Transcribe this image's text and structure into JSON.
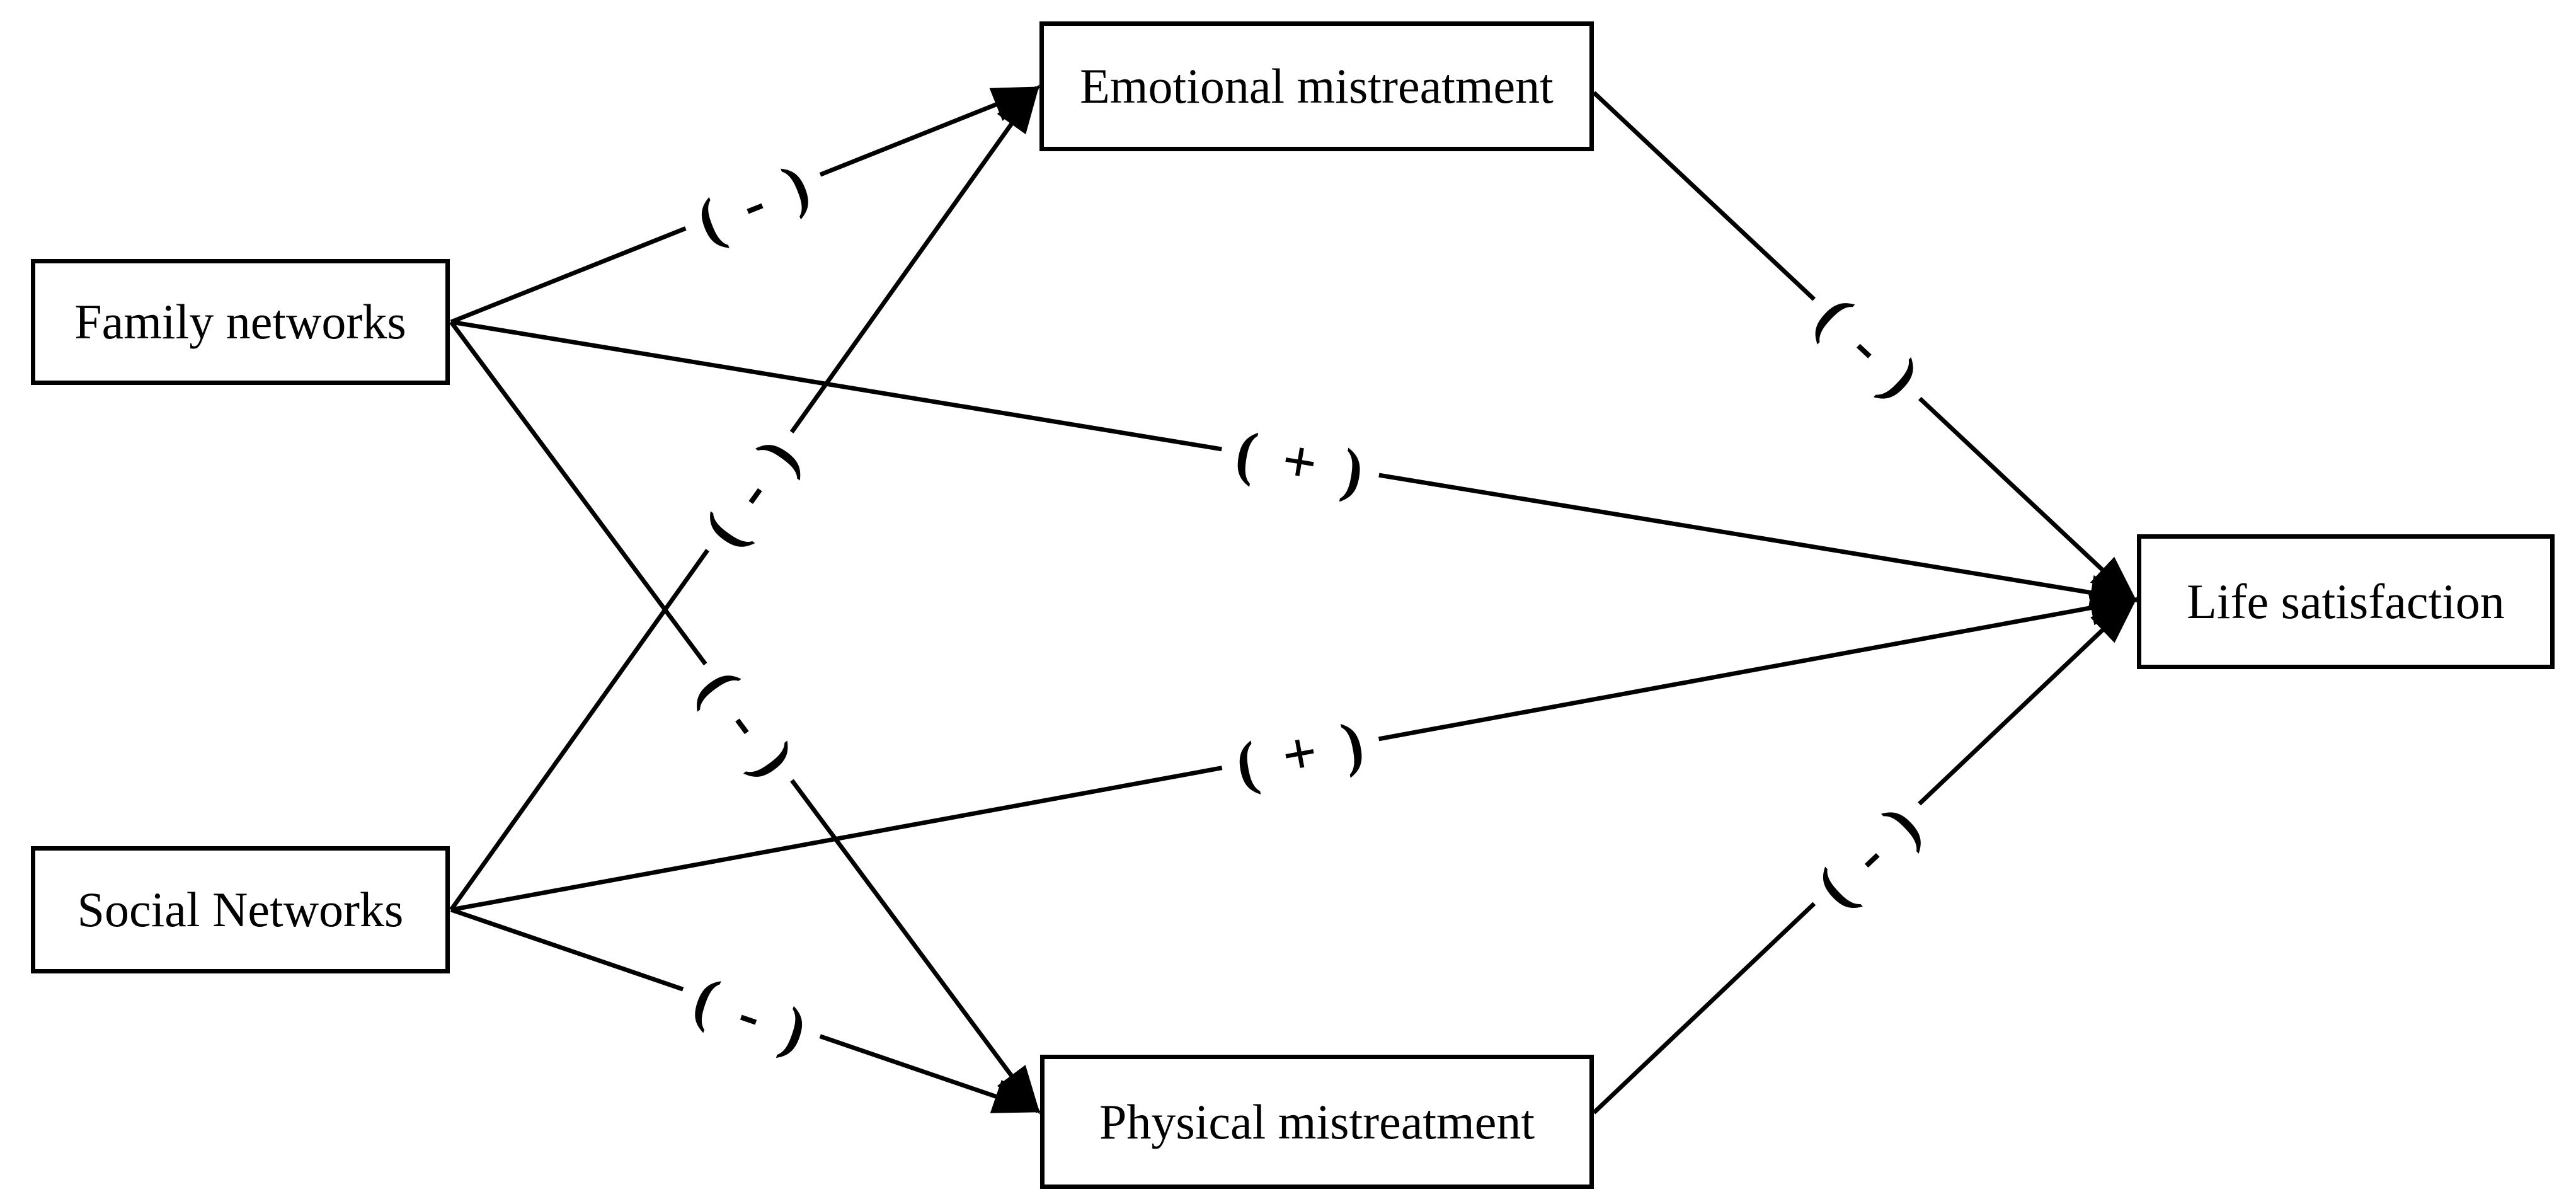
{
  "diagram": {
    "type": "path-model",
    "colors": {
      "stroke": "#000000",
      "background": "#ffffff",
      "text": "#000000"
    },
    "nodes": {
      "family": {
        "label": "Family networks"
      },
      "social": {
        "label": "Social Networks"
      },
      "emotional": {
        "label": "Emotional mistreatment"
      },
      "physical": {
        "label": "Physical mistreatment"
      },
      "life": {
        "label": "Life satisfaction"
      }
    },
    "edges": [
      {
        "from": "Family networks",
        "to": "Emotional mistreatment",
        "sign": "( - )"
      },
      {
        "from": "Family networks",
        "to": "Life satisfaction",
        "sign": "( + )"
      },
      {
        "from": "Family networks",
        "to": "Physical mistreatment",
        "sign": "( - )"
      },
      {
        "from": "Social Networks",
        "to": "Emotional mistreatment",
        "sign": "( - )"
      },
      {
        "from": "Social Networks",
        "to": "Life satisfaction",
        "sign": "( + )"
      },
      {
        "from": "Social Networks",
        "to": "Physical mistreatment",
        "sign": "( - )"
      },
      {
        "from": "Emotional mistreatment",
        "to": "Life satisfaction",
        "sign": "( - )"
      },
      {
        "from": "Physical mistreatment",
        "to": "Life satisfaction",
        "sign": "( - )"
      }
    ]
  }
}
